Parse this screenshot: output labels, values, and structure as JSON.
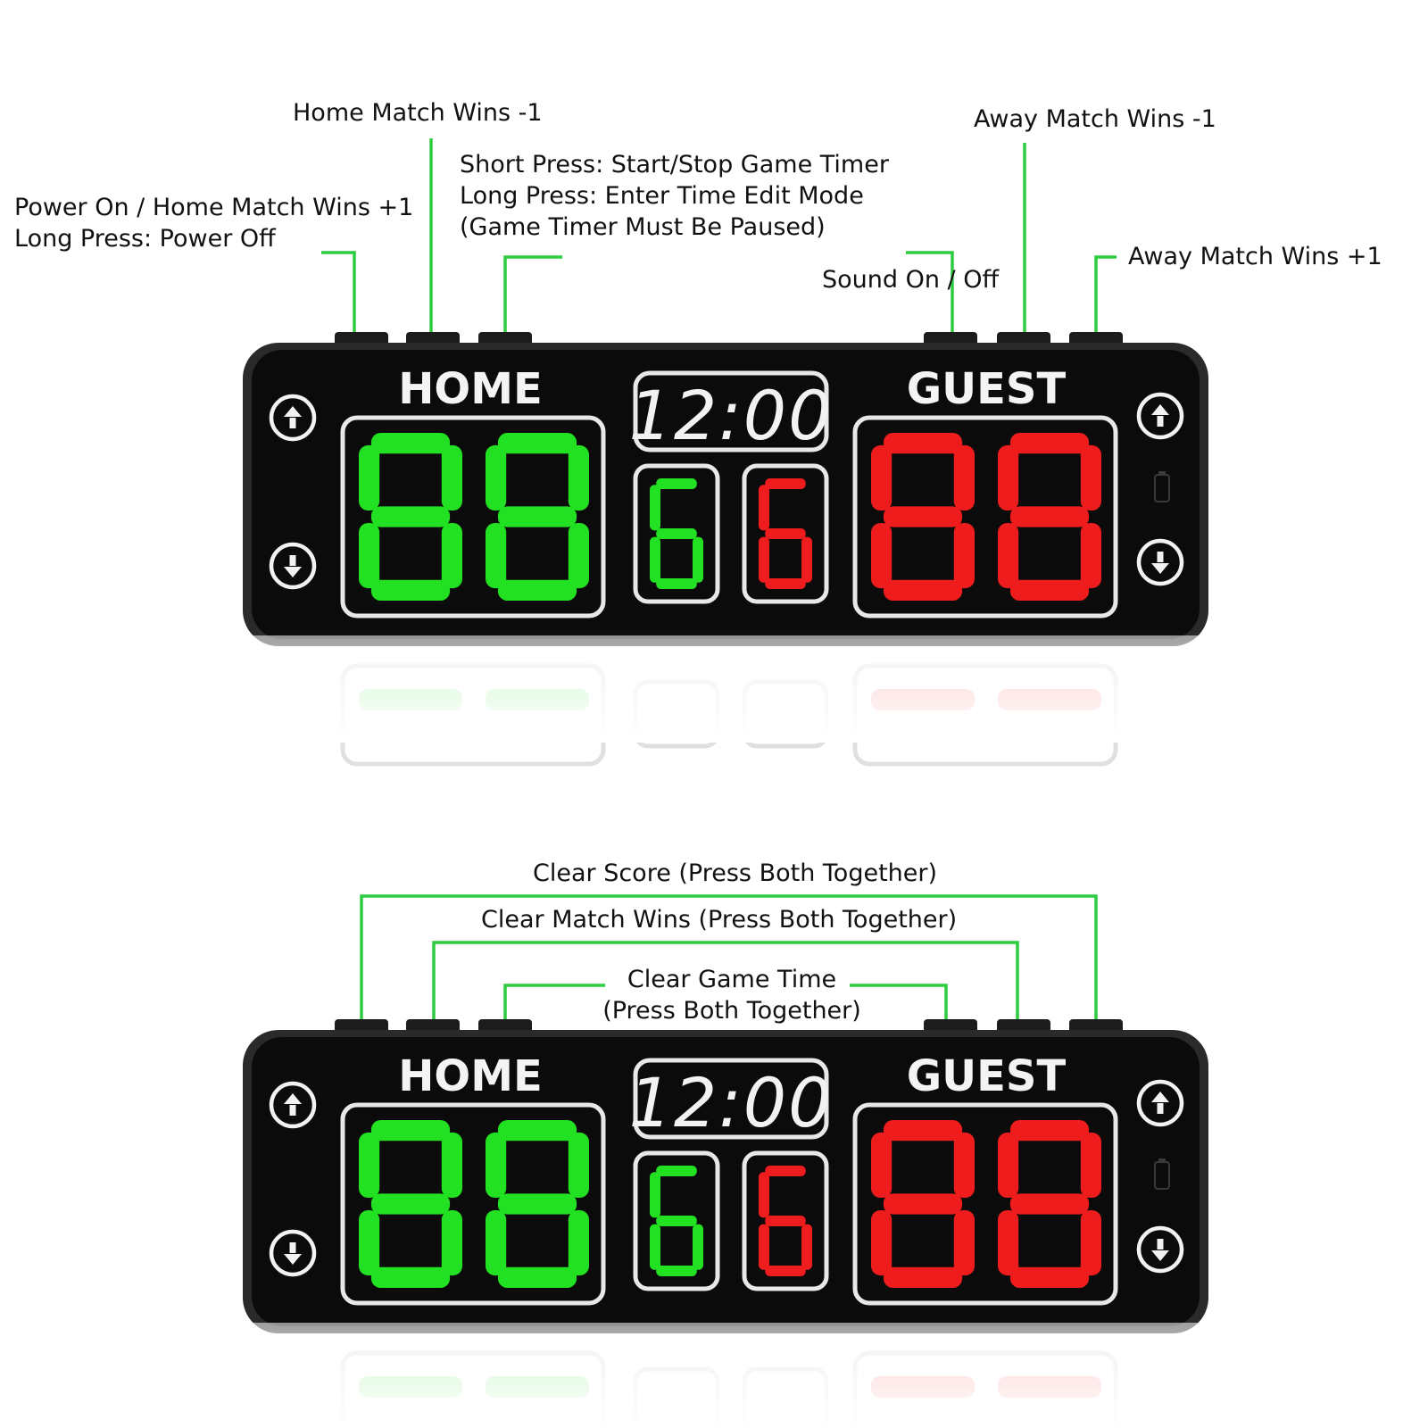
{
  "colors": {
    "accent_line": "#2ecc40",
    "home_digits": "#22e022",
    "guest_digits": "#ee1c1c",
    "panel": "#0b0b0b",
    "panel_frame": "#e8e8e8"
  },
  "scoreboard": {
    "home_title": "HOME",
    "guest_title": "GUEST",
    "clock": "12:00",
    "home_score_pattern": "88",
    "guest_score_pattern": "88",
    "home_match_wins": "6",
    "guest_match_wins": "6",
    "up_icon": "arrow-up-circle-icon",
    "down_icon": "arrow-down-circle-icon",
    "battery_icon": "battery-icon"
  },
  "top_callouts": {
    "home_minus": "Home Match Wins -1",
    "power_line1": "Power On / Home Match Wins +1",
    "power_line2": "Long Press: Power Off",
    "timer_line1": "Short Press: Start/Stop Game Timer",
    "timer_line2": "Long Press: Enter Time Edit Mode",
    "timer_line3": "(Game Timer Must Be Paused)",
    "away_minus": "Away Match Wins -1",
    "sound": "Sound On / Off",
    "away_plus": "Away Match Wins +1"
  },
  "bottom_callouts": {
    "clear_score": "Clear Score (Press Both Together)",
    "clear_match": "Clear Match Wins (Press Both Together)",
    "clear_time_line1": "Clear Game Time",
    "clear_time_line2": "(Press Both Together)"
  }
}
